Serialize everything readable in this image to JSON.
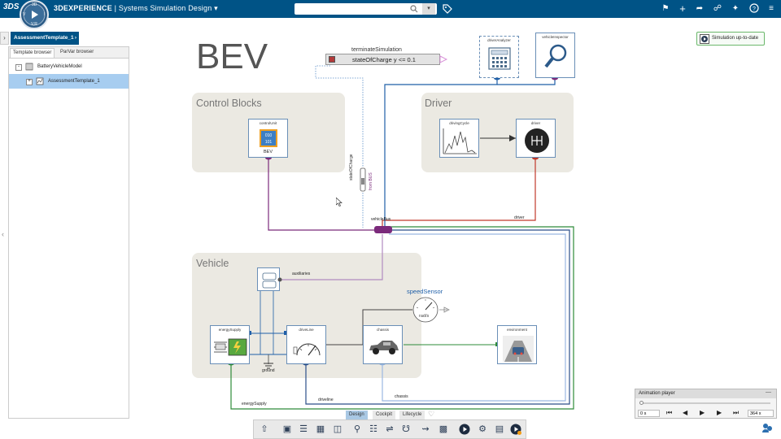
{
  "app": {
    "brand": "3DEXPERIENCE",
    "separator": "|",
    "app_name": "Systems Simulation Design",
    "logo_text": "3DS",
    "compass_labels": [
      "3D",
      "V",
      "I",
      "V,R"
    ]
  },
  "search": {
    "placeholder": ""
  },
  "tab": {
    "label": "AssessmentTemplate_1"
  },
  "left_panel": {
    "tabs": [
      "Template browser",
      "ParVar browser"
    ],
    "tree": [
      {
        "label": "BatteryVehicleModel",
        "expander": "-"
      },
      {
        "label": "AssessmentTemplate_1",
        "expander": "+",
        "selected": true
      }
    ]
  },
  "canvas": {
    "title": "BEV",
    "terminate": {
      "label": "terminateSimulation",
      "condition": "stateOfCharge y <= 0.1"
    },
    "groups": {
      "control": "Control Blocks",
      "driver": "Driver",
      "vehicle": "Vehicle"
    },
    "blocks": {
      "control_unit": {
        "label": "controlUnit",
        "sub": "BEV",
        "chip": "010 101"
      },
      "driving_cycle": {
        "label": "drivingCycle"
      },
      "driver": {
        "label": "driver"
      },
      "driver_analyzer": {
        "label": "driverAnalyzer"
      },
      "vehicle_inspector": {
        "label": "vehicleInspector"
      },
      "auxiliaries": {
        "label": "auxiliaries"
      },
      "energy_supply": {
        "label": "energySupply"
      },
      "drive_line": {
        "label": "driveLine"
      },
      "chassis": {
        "label": "chassis"
      },
      "environment": {
        "label": "environment"
      },
      "speed_sensor": {
        "label": "speedSensor",
        "unit": "rad/s"
      },
      "state_of_charge": {
        "label": "stateOfCharge",
        "sub": "from BUS"
      }
    },
    "wire_labels": {
      "vehicle_bus": "vehicleBus",
      "auxiliaries": "auxiliaries",
      "driver": "driver",
      "ground": "ground",
      "energy_supply": "energySupply",
      "driveline": "driveline",
      "chassis": "chassis"
    }
  },
  "status_button": {
    "label": "Simulation up-to-date"
  },
  "bottom_tabs": [
    "Design",
    "Cockpit",
    "Lifecycle"
  ],
  "animation_player": {
    "title": "Animation player",
    "time": "0 s",
    "speed": "364 x"
  },
  "colors": {
    "topbar": "#005386",
    "accent": "#005386",
    "bus_purple": "#7b2a7b",
    "wire_red": "#c0392b",
    "wire_blue": "#1f5fa8",
    "wire_green": "#2e8b3a",
    "group_bg": "#ebe9e2"
  },
  "icons": {
    "top_bar": [
      "tag-icon",
      "bookmark-icon",
      "plus-icon",
      "share-icon",
      "network-icon",
      "tools-icon",
      "help-icon",
      "menu-icon"
    ],
    "toolbar": [
      "export-icon",
      "save-icon",
      "list-icon",
      "table-icon",
      "document-icon",
      "search-icon",
      "tree-icon",
      "connect-icon",
      "select-icon",
      "link-icon",
      "group-icon",
      "play-icon",
      "settings-icon",
      "chart-icon",
      "run-icon"
    ]
  }
}
